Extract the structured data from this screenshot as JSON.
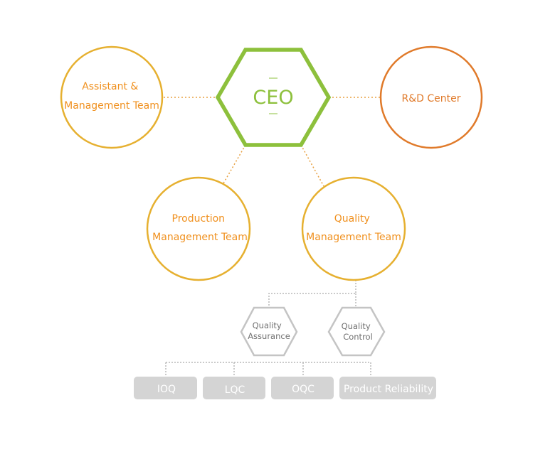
{
  "colors": {
    "ceo": "#8dc03c",
    "team": "#e6b030",
    "rnd": "#e07a2a",
    "team_text": "#f0901e",
    "gray": "#c4c4c4",
    "box": "#d4d4d4"
  },
  "ceo": {
    "label": "CEO"
  },
  "assistant": {
    "line1": "Assistant &",
    "line2": "Management Team"
  },
  "rnd": {
    "label": "R&D Center"
  },
  "production": {
    "line1": "Production",
    "line2": "Management Team"
  },
  "quality": {
    "line1": "Quality",
    "line2": "Management Team"
  },
  "qa": {
    "line1": "Quality",
    "line2": "Assurance"
  },
  "qc": {
    "line1": "Quality",
    "line2": "Control"
  },
  "units": [
    {
      "label": "IOQ"
    },
    {
      "label": "LQC"
    },
    {
      "label": "OQC"
    },
    {
      "label": "Product Reliability"
    }
  ]
}
